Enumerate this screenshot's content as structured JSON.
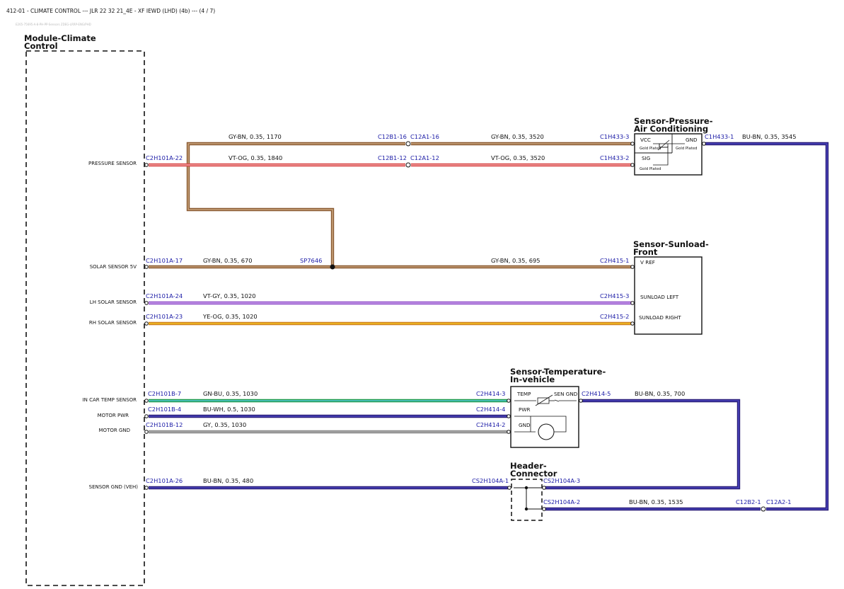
{
  "header": {
    "title": "412-01 - CLIMATE CONTROL --- JLR 22 32 21_4E - XF IEWD (LHD) (4b) --- (4 / 7)",
    "subtitle": "E265-75695-A-8-PH-PP-Sensors ZDEG-LRRP-ENG/PHD"
  },
  "module": {
    "line1": "Module-Climate",
    "line2": "Control",
    "signals": {
      "pressure": "PRESSURE SENSOR",
      "solar5v": "SOLAR SENSOR 5V",
      "lhsolar": "LH SOLAR SENSOR",
      "rhsolar": "RH SOLAR SENSOR",
      "incar": "IN CAR TEMP SENSOR",
      "motorpwr": "MOTOR PWR",
      "motorgnd": "MOTOR GND",
      "sensorgnd": "SENSOR GND (VEH)"
    }
  },
  "pins": {
    "p_c2h101a_22": "C2H101A-22",
    "p_c12b1_16": "C12B1-16",
    "p_c12a1_16": "C12A1-16",
    "p_c1h433_3": "C1H433-3",
    "p_c12b1_12": "C12B1-12",
    "p_c12a1_12": "C12A1-12",
    "p_c1h433_2": "C1H433-2",
    "p_c1h433_1": "C1H433-1",
    "p_c2h101a_17": "C2H101A-17",
    "p_sp7646": "SP7646",
    "p_c2h415_1": "C2H415-1",
    "p_c2h101a_24": "C2H101A-24",
    "p_c2h415_3": "C2H415-3",
    "p_c2h101a_23": "C2H101A-23",
    "p_c2h415_2": "C2H415-2",
    "p_c2h101b_7": "C2H101B-7",
    "p_c2h414_3": "C2H414-3",
    "p_c2h414_5": "C2H414-5",
    "p_c2h101b_4": "C2H101B-4",
    "p_c2h414_4": "C2H414-4",
    "p_c2h101b_12": "C2H101B-12",
    "p_c2h414_2": "C2H414-2",
    "p_c2h101a_26": "C2H101A-26",
    "p_cs2h104a_1": "CS2H104A-1",
    "p_cs2h104a_3": "CS2H104A-3",
    "p_cs2h104a_2": "CS2H104A-2",
    "p_c12b2_1": "C12B2-1",
    "p_c12a2_1": "C12A2-1"
  },
  "wires": {
    "w_gybn_1170": "GY-BN,  0.35,  1170",
    "w_gybn_3520": "GY-BN,  0.35,  3520",
    "w_buBn_3545": "BU-BN,  0.35,  3545",
    "w_vtog_1840": "VT-OG,  0.35,  1840",
    "w_vtog_3520": "VT-OG,  0.35,  3520",
    "w_gybn_670": "GY-BN,  0.35,  670",
    "w_gybn_695": "GY-BN,  0.35,  695",
    "w_vtgy_1020": "VT-GY,  0.35,  1020",
    "w_yeog_1020": "YE-OG,  0.35,  1020",
    "w_gnbu_1030": "GN-BU,  0.35,  1030",
    "w_buBn_700": "BU-BN,  0.35,  700",
    "w_buwh_1030": "BU-WH,  0.5,  1030",
    "w_gy_1030": "GY,  0.35,  1030",
    "w_buBn_480": "BU-BN,  0.35,  480",
    "w_buBn_1535": "BU-BN,  0.35,  1535"
  },
  "components": {
    "pressure_sensor": {
      "line1": "Sensor-Pressure-",
      "line2": "Air Conditioning",
      "vcc": "VCC",
      "sig": "SIG",
      "gnd": "GND",
      "gold": "Gold Plated"
    },
    "sunload_sensor": {
      "line1": "Sensor-Sunload-",
      "line2": "Front",
      "vref": "V REF",
      "left": "SUNLOAD LEFT",
      "right": "SUNLOAD RIGHT"
    },
    "temp_sensor": {
      "line1": "Sensor-Temperature-",
      "line2": "In-vehicle",
      "temp": "TEMP",
      "sengnd": "SEN GND",
      "pwr": "PWR",
      "gnd": "GND"
    },
    "header_connector": {
      "line1": "Header-",
      "line2": "Connector"
    }
  },
  "colors": {
    "brown": "#8a5a32",
    "tan": "#c9a47c",
    "red": "#d84a4a",
    "pink": "#f2a3a3",
    "violet": "#9050c8",
    "lavender": "#d0a8f0",
    "yellow": "#f0c020",
    "orange": "#d08020",
    "green": "#1f9a4a",
    "cyan": "#55c8d8",
    "navy": "#2b1f7a",
    "blue": "#4a45c0",
    "gray": "#a8a8a8",
    "pin_label": "#1a1aa6"
  }
}
